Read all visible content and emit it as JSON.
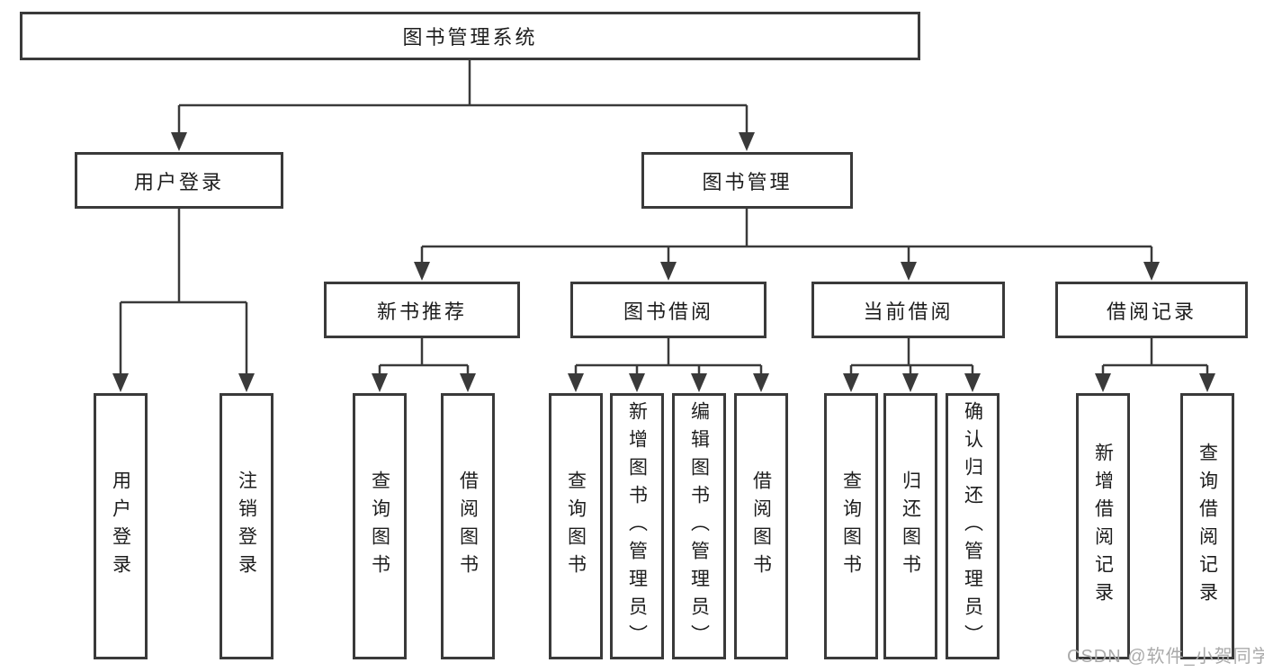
{
  "tree": {
    "root": "图书管理系统",
    "branches": [
      {
        "label": "用户登录",
        "children": [
          "用户登录",
          "注销登录"
        ]
      },
      {
        "label": "图书管理",
        "children": [
          {
            "label": "新书推荐",
            "children": [
              "查询图书",
              "借阅图书"
            ]
          },
          {
            "label": "图书借阅",
            "children": [
              "查询图书",
              "新增图书（管理员）",
              "编辑图书（管理员）",
              "借阅图书"
            ]
          },
          {
            "label": "当前借阅",
            "children": [
              "查询图书",
              "归还图书",
              "确认归还（管理员）"
            ]
          },
          {
            "label": "借阅记录",
            "children": [
              "新增借阅记录",
              "查询借阅记录"
            ]
          }
        ]
      }
    ]
  },
  "watermark": "CSDN @软件_小贺同学",
  "colors": {
    "line": "#3a3a3a",
    "box_border": "#3a3a3a",
    "text": "#1d1d1d",
    "background": "#ffffff",
    "watermark": "#aaaaaa"
  }
}
